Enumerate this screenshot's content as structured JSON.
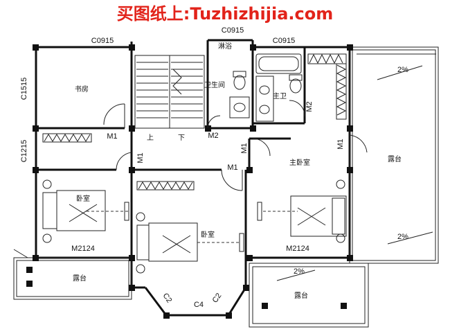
{
  "banner": "买图纸上:Tuzhizhijia.com",
  "rooms": {
    "study": "书房",
    "bathroom": "卫生间",
    "shower": "淋浴",
    "master_bath": "主卫",
    "master_bedroom": "主卧室",
    "terrace": "露台",
    "bedroom_left": "卧室",
    "bedroom_center": "卧室",
    "balcony_left": "露台",
    "balcony_right": "露台"
  },
  "stairs": {
    "up": "上",
    "down": "下"
  },
  "codes": {
    "window_c0915_left": "C0915",
    "window_c0915_right": "C0915",
    "window_c0915_top": "C0915",
    "window_c1515": "C1515",
    "window_c1215": "C1215",
    "door_m1_study": "M1",
    "door_m1_bedroom_left": "M1",
    "door_m1_bedroom_center": "M1",
    "door_m1_master": "M1",
    "door_m1_terrace": "M1",
    "door_m2_bath": "M2",
    "door_m2_master_bath": "M2",
    "door_m2124_left": "M2124",
    "door_m2124_right": "M2124",
    "window_c2_left": "C2",
    "window_c2_right": "C2",
    "window_c4": "C4"
  },
  "slopes": {
    "terrace_top": "2%",
    "terrace_bottom": "2%",
    "balcony_right": "2%"
  }
}
